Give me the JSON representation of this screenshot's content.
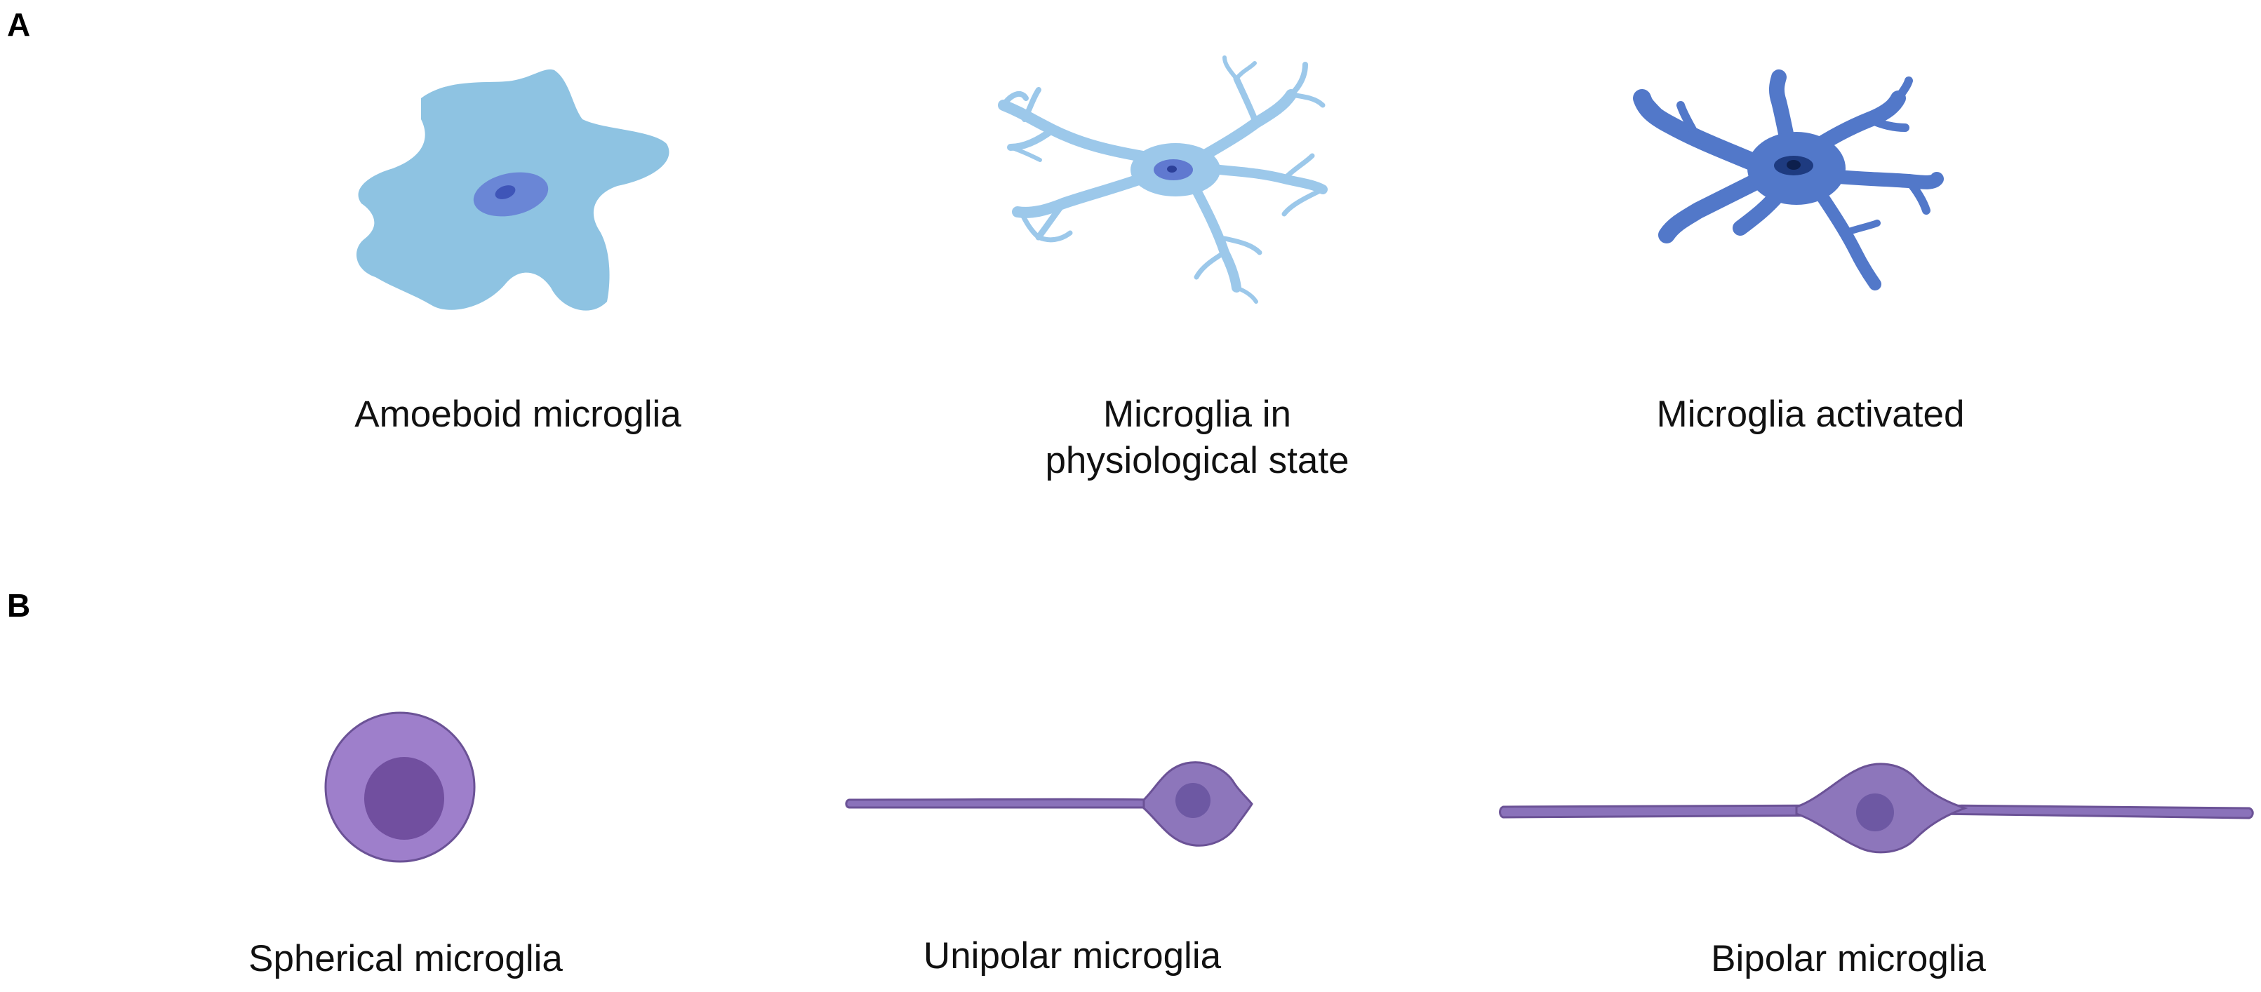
{
  "panels": {
    "a": {
      "letter": "A",
      "cells": [
        {
          "caption": "Amoeboid microglia"
        },
        {
          "caption_line1": "Microglia in",
          "caption_line2": "physiological state"
        },
        {
          "caption": "Microglia activated"
        }
      ]
    },
    "b": {
      "letter": "B",
      "cells": [
        {
          "caption": "Spherical microglia"
        },
        {
          "caption": "Unipolar microglia"
        },
        {
          "caption": "Bipolar microglia"
        }
      ]
    }
  },
  "colors": {
    "amoeboid_body": "#8ec3e2",
    "amoeboid_nucleus": "#6a86d6",
    "amoeboid_nucleolus": "#3f55b8",
    "ramified_body": "#9cc8ea",
    "ramified_nucleus": "#6079d0",
    "ramified_nucleolus": "#2c3f99",
    "activated_body": "#5278c9",
    "activated_nucleus": "#1e3b80",
    "activated_nucleolus": "#0d1f4d",
    "purple_outer": "#9e7fcb",
    "purple_nucleus": "#714f9f",
    "purple_edge": "#6b5296",
    "process_fill": "#8a72ba",
    "soma_fill": "#8d76bb",
    "soma_nucleus": "#6d58a3"
  }
}
